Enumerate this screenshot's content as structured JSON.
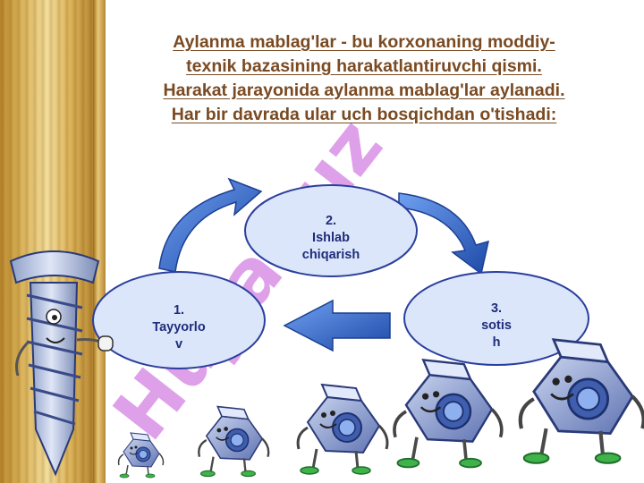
{
  "title": {
    "lines": [
      "Aylanma mablag'lar - bu korxonaning moddiy-",
      "texnik bazasining harakatlantiruvchi qismi.",
      "Harakat jarayonida aylanma mablag'lar aylanadi.",
      "Har bir davrada ular uch bosqichdan o'tishadi:"
    ]
  },
  "stages": [
    {
      "lines": [
        "1.",
        "Tayyorlo",
        "v"
      ]
    },
    {
      "lines": [
        "2.",
        "Ishlab",
        "chiqarish"
      ]
    },
    {
      "lines": [
        "3.",
        "sotis",
        "h"
      ]
    }
  ],
  "colors": {
    "title_text": "#7a4a22",
    "node_text": "#1f2d7a",
    "node_fill": "#dce6fb",
    "node_stroke": "#2b3f9c",
    "arrow": "#2f5db8",
    "watermark": "#b82ecf"
  },
  "icons": [
    "screw-character-icon",
    "hex-nut-character-icon"
  ],
  "watermark_text": "Hujjat.uz"
}
